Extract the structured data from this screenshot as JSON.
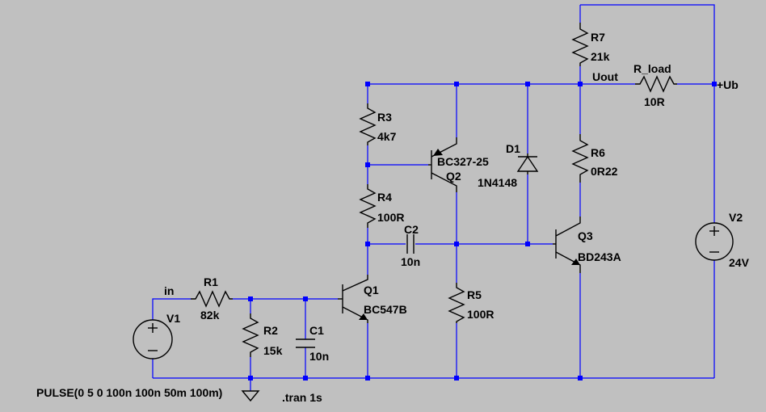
{
  "components": {
    "R1": {
      "ref": "R1",
      "value": "82k"
    },
    "R2": {
      "ref": "R2",
      "value": "15k"
    },
    "R3": {
      "ref": "R3",
      "value": "4k7"
    },
    "R4": {
      "ref": "R4",
      "value": "100R"
    },
    "R5": {
      "ref": "R5",
      "value": "100R"
    },
    "R6": {
      "ref": "R6",
      "value": "0R22"
    },
    "R7": {
      "ref": "R7",
      "value": "21k"
    },
    "R_load": {
      "ref": "R_load",
      "value": "10R"
    },
    "C1": {
      "ref": "C1",
      "value": "10n"
    },
    "C2": {
      "ref": "C2",
      "value": "10n"
    },
    "D1": {
      "ref": "D1",
      "value": "1N4148"
    },
    "Q1": {
      "ref": "Q1",
      "value": "BC547B"
    },
    "Q2": {
      "ref": "Q2",
      "value": "BC327-25"
    },
    "Q3": {
      "ref": "Q3",
      "value": "BD243A"
    },
    "V1": {
      "ref": "V1",
      "value": "PULSE(0 5 0 100n 100n 50m 100m)"
    },
    "V2": {
      "ref": "V2",
      "value": "24V"
    }
  },
  "nets": {
    "in": "in",
    "uout": "Uout",
    "ub": "+Ub"
  },
  "directive": ".tran 1s",
  "colors": {
    "background": "#c0c0c0",
    "wire": "#0000ff",
    "component": "#000000"
  }
}
